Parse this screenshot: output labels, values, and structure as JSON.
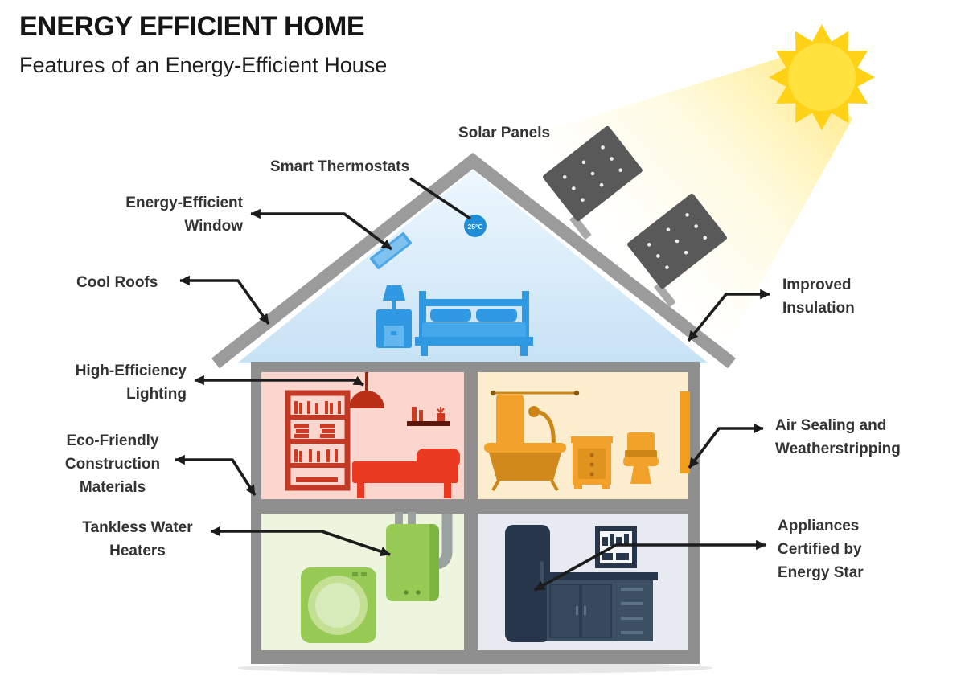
{
  "header": {
    "title": "ENERGY EFFICIENT HOME",
    "subtitle": "Features of an Energy-Efficient House"
  },
  "diagram": {
    "labels": {
      "solar_panels": "Solar Panels",
      "smart_thermostats": "Smart Thermostats",
      "energy_efficient_window": "Energy-Efficient Window",
      "cool_roofs": "Cool Roofs",
      "improved_insulation": "Improved Insulation",
      "high_efficiency_lighting": "High-Efficiency Lighting",
      "eco_friendly_construction": "Eco-Friendly Construction Materials",
      "tankless_water_heaters": "Tankless Water Heaters",
      "air_sealing": "Air Sealing and Weatherstripping",
      "appliances_energy_star": "Appliances Certified by Energy Star"
    },
    "thermostat_temp": "25°C",
    "icons": [
      "sun-icon",
      "sun-beam",
      "solar-panel-icon",
      "thermostat-icon",
      "skylight-window-icon",
      "bed-icon",
      "nightstand-lamp-icon",
      "bookshelf-icon",
      "pendant-lamp-icon",
      "wall-shelf-icon",
      "daybed-icon",
      "shower-curtain-icon",
      "bathtub-icon",
      "bathroom-cabinet-icon",
      "toilet-icon",
      "weatherstrip-icon",
      "washing-machine-icon",
      "tankless-heater-icon",
      "pipes-icon",
      "refrigerator-icon",
      "wall-cupboard-icon",
      "kitchen-counter-icon"
    ],
    "palette": {
      "sun_gold": "#FFD117",
      "sun_bright": "#FFE23D",
      "wall_gray": "#8F8F8F",
      "roof_gray": "#9B9B9B",
      "attic_blue_light": "#EAF5FD",
      "attic_blue": "#CBE4F6",
      "room_pink": "#FBD6CF",
      "room_cream": "#FCEDCF",
      "room_green": "#EEF5DF",
      "room_gray": "#E7EAF0",
      "furniture_blue": "#2F9AE3",
      "furniture_red": "#E03A22",
      "furniture_orange": "#F2A12A",
      "furniture_green": "#97CA55",
      "furniture_navy": "#27364A",
      "panel_gray": "#595959",
      "connector_black": "#1C1C1C",
      "thermostat_blue": "#1F8ED6"
    }
  }
}
